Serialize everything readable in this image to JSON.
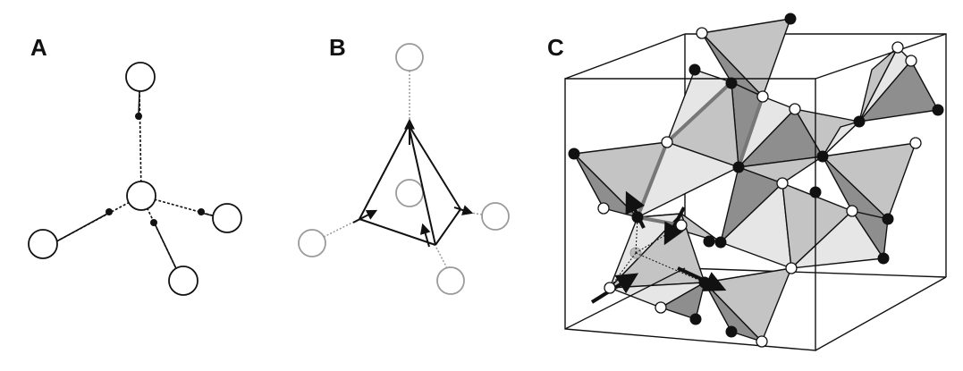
{
  "panels": {
    "a": {
      "label": "A"
    },
    "b": {
      "label": "B"
    },
    "c": {
      "label": "C"
    }
  },
  "colors": {
    "stroke": "#111111",
    "gray_outline": "#9a9a9a",
    "light_face": "#e6e6e6",
    "mid_face": "#c4c4c4",
    "dark_face": "#8e8e8e",
    "cation": "#111111",
    "anion": "#ffffff"
  }
}
